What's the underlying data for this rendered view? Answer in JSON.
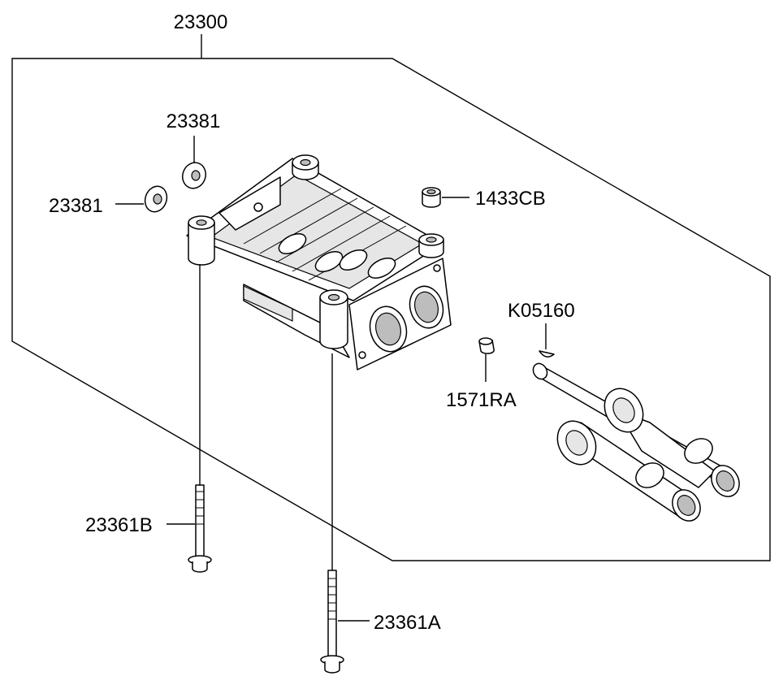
{
  "labels": {
    "assembly": "23300",
    "washer_upper": "23381",
    "washer_lower": "23381",
    "dowel_sleeve": "1433CB",
    "key": "K05160",
    "pin": "1571RA",
    "bolt_b": "23361B",
    "bolt_a": "23361A"
  }
}
